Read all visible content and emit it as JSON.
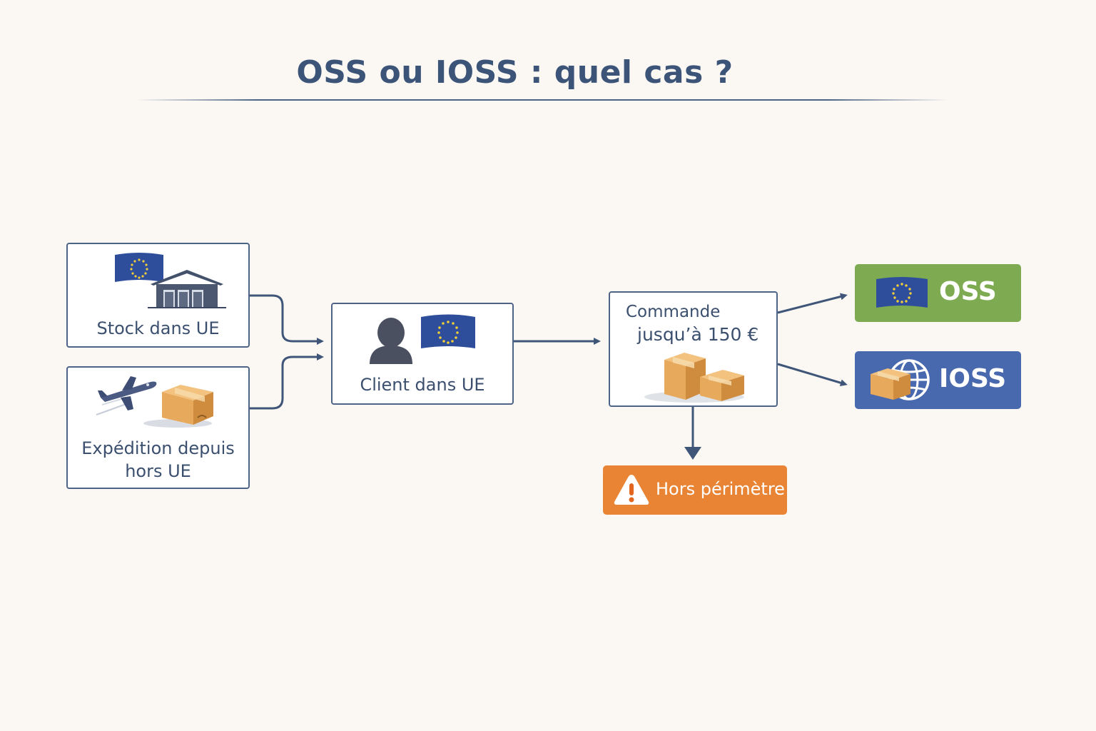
{
  "title": "OSS ou IOSS : quel cas ?",
  "nodes": {
    "stock": {
      "label": "Stock dans UE"
    },
    "shipping": {
      "label_line1": "Expédition depuis",
      "label_line2": "hors UE"
    },
    "client": {
      "label": "Client dans UE"
    },
    "order": {
      "label_line1": "Commande",
      "label_line2": "jusqu’à 150 €"
    },
    "oss": {
      "label": "OSS"
    },
    "ioss": {
      "label": "IOSS"
    },
    "out_of_scope": {
      "label": "Hors périmètre"
    }
  },
  "colors": {
    "title": "#3b5478",
    "border": "#4d6486",
    "arrow": "#3f5678",
    "oss": "#7eab52",
    "ioss": "#4869ad",
    "out_of_scope": "#e98434",
    "eu_flag": "#2e4d9a",
    "eu_star": "#f2cf3a",
    "box_brown": "#e7a95c"
  },
  "icons": [
    "eu-flag-icon",
    "warehouse-icon",
    "airplane-icon",
    "parcel-icon",
    "person-icon",
    "parcels-icon",
    "globe-icon",
    "warning-icon"
  ]
}
